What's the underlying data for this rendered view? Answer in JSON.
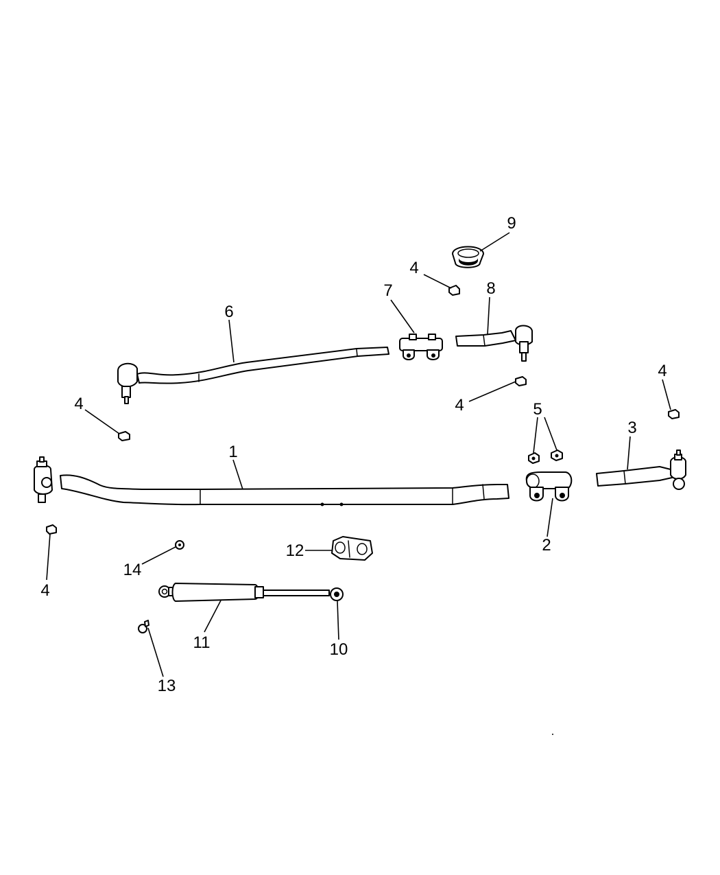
{
  "diagram": {
    "callouts": [
      {
        "key": "c1",
        "label": "1"
      },
      {
        "key": "c2",
        "label": "2"
      },
      {
        "key": "c3",
        "label": "3"
      },
      {
        "key": "c4a",
        "label": "4"
      },
      {
        "key": "c4b",
        "label": "4"
      },
      {
        "key": "c4c",
        "label": "4"
      },
      {
        "key": "c4d",
        "label": "4"
      },
      {
        "key": "c4e",
        "label": "4"
      },
      {
        "key": "c5",
        "label": "5"
      },
      {
        "key": "c6",
        "label": "6"
      },
      {
        "key": "c7",
        "label": "7"
      },
      {
        "key": "c8",
        "label": "8"
      },
      {
        "key": "c9",
        "label": "9"
      },
      {
        "key": "c10",
        "label": "10"
      },
      {
        "key": "c11",
        "label": "11"
      },
      {
        "key": "c12",
        "label": "12"
      },
      {
        "key": "c13",
        "label": "13"
      },
      {
        "key": "c14",
        "label": "14"
      }
    ]
  }
}
